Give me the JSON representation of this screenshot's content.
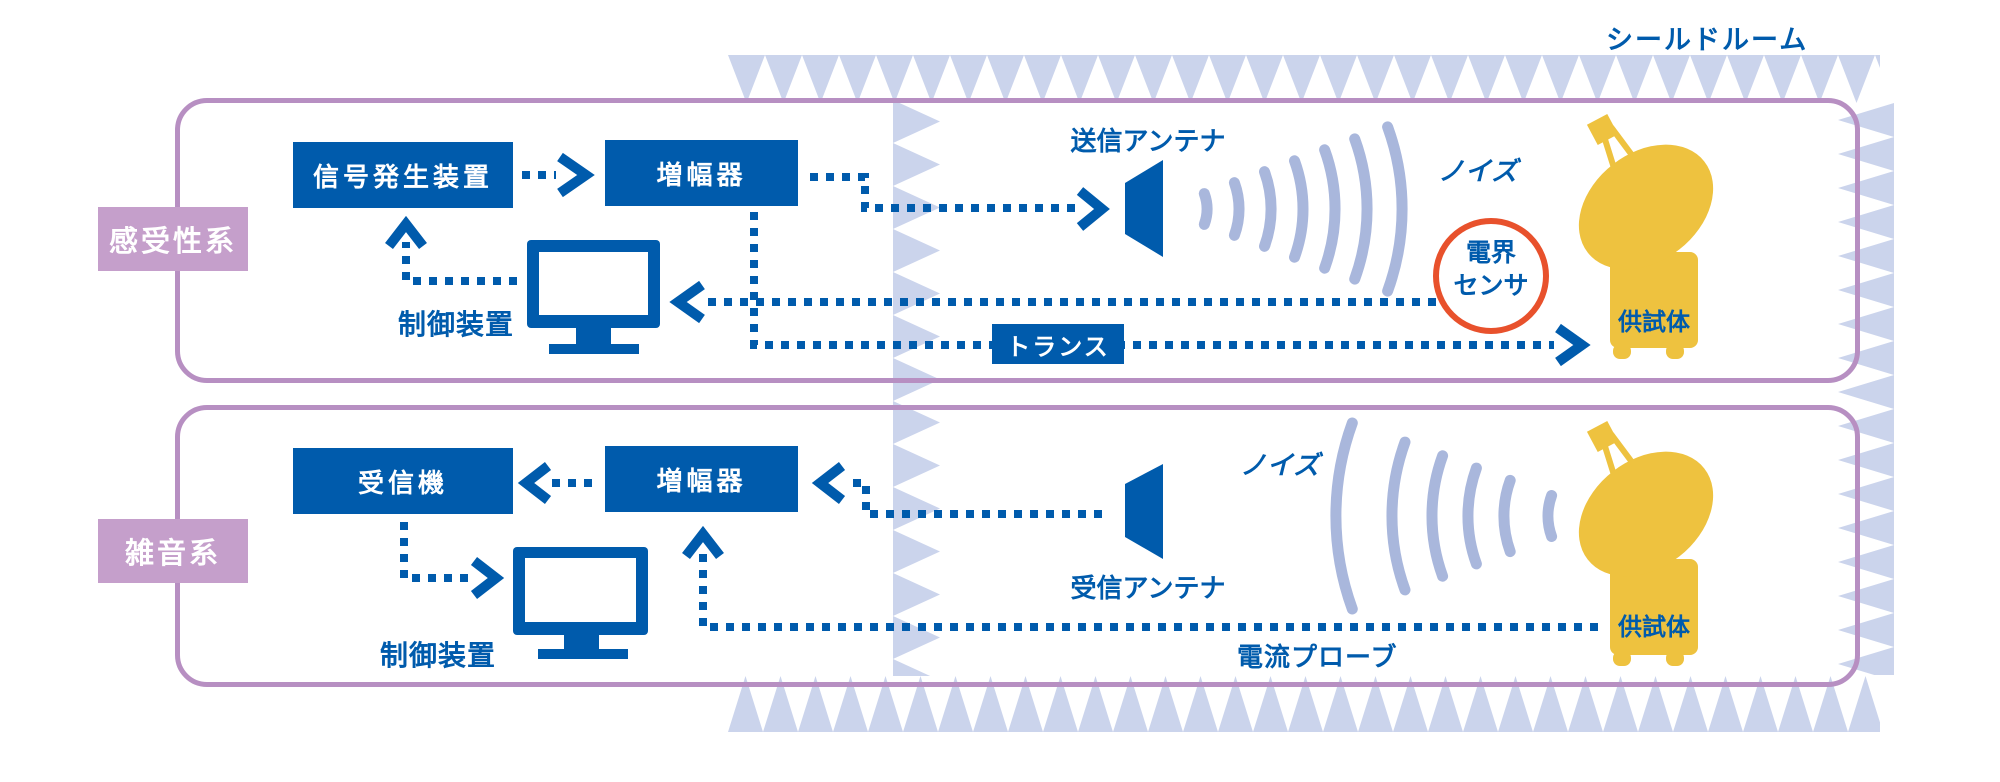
{
  "shield_room_label": "シールドルーム",
  "susceptibility": {
    "system_label": "感受性系",
    "signal_generator_label": "信号発生装置",
    "amplifier_label": "増幅器",
    "controller_label": "制御装置",
    "tx_antenna_label": "送信アンテナ",
    "noise_label": "ノイズ",
    "field_sensor_label_line1": "電界",
    "field_sensor_label_line2": "センサ",
    "transformer_label": "トランス",
    "eut_label": "供試体"
  },
  "noise_system": {
    "system_label": "雑音系",
    "receiver_label": "受信機",
    "amplifier_label": "増幅器",
    "controller_label": "制御装置",
    "rx_antenna_label": "受信アンテナ",
    "noise_label": "ノイズ",
    "current_probe_label": "電流プローブ",
    "eut_label": "供試体"
  },
  "colors": {
    "primary_blue": "#005BAC",
    "absorber_light_periwinkle": "#CBD4EC",
    "wave_periwinkle": "#A9B7DC",
    "frame_purple": "#B78FC2",
    "label_purple": "#C59FCB",
    "sensor_red": "#E8512C",
    "eut_yellow": "#EEC23F"
  }
}
